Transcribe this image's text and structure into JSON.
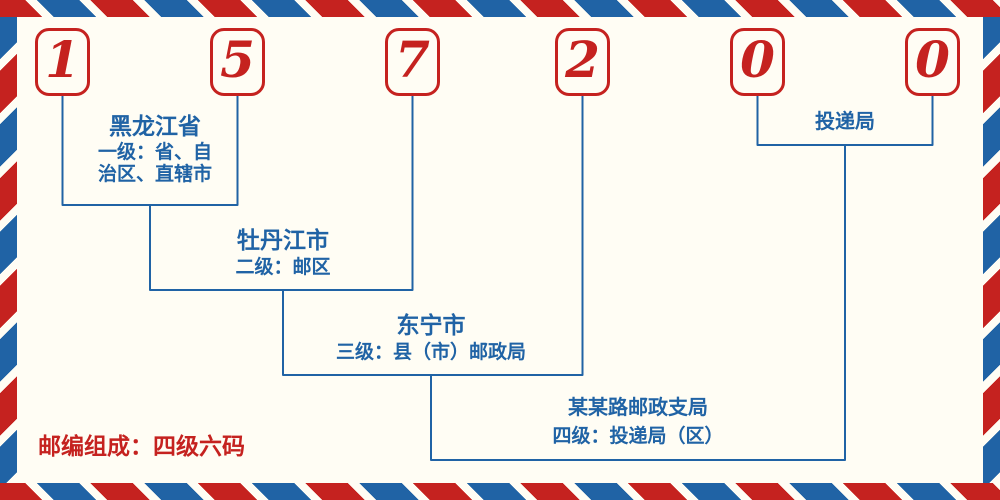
{
  "colors": {
    "red": "#c5221f",
    "blue": "#2063a5",
    "bg": "#fffdf4"
  },
  "postal_code": {
    "digits": [
      "1",
      "5",
      "7",
      "2",
      "0",
      "0"
    ]
  },
  "labels": {
    "level1": {
      "name": "黑龙江省",
      "desc": "一级：省、自治区、直辖市"
    },
    "level2": {
      "name": "牡丹江市",
      "desc": "二级：邮区"
    },
    "level3": {
      "name": "东宁市",
      "desc": "三级：县（市）邮政局"
    },
    "level4": {
      "name": "某某路邮政支局",
      "desc": "四级：投递局（区）"
    },
    "delivery": "投递局"
  },
  "footer": {
    "composition": "邮编组成：四级六码"
  }
}
